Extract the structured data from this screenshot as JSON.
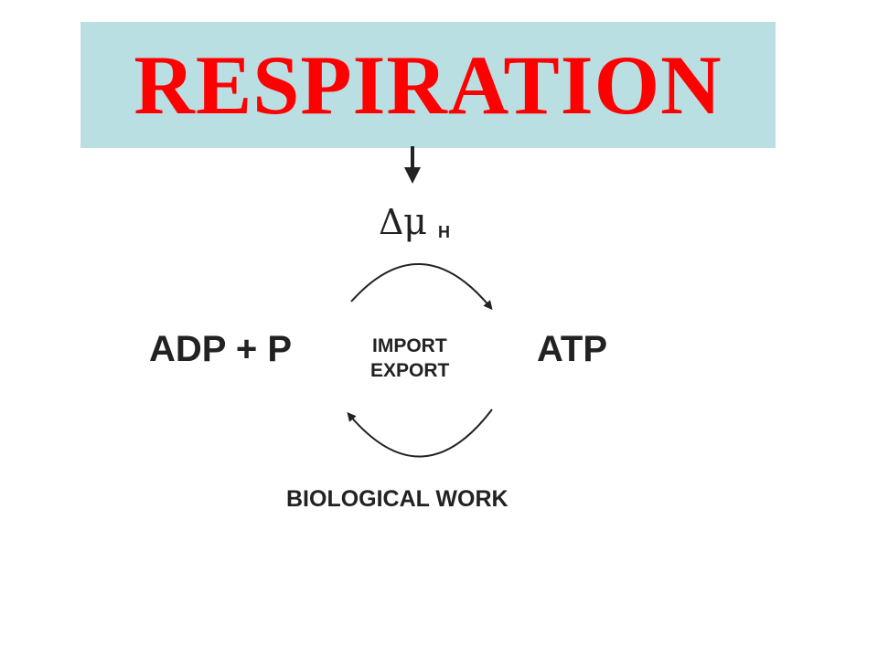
{
  "title": {
    "text": "RESPIRATION",
    "background": "#b9dfe3",
    "color": "#ff0000"
  },
  "diagram": {
    "delta_symbol": "Δ",
    "mu_symbol": "μ",
    "subscript": "H",
    "left_label": "ADP + P",
    "right_label": "ATP",
    "center_line1": "IMPORT",
    "center_line2": "EXPORT",
    "bottom_label": "BIOLOGICAL WORK",
    "ink_color": "#222222"
  }
}
